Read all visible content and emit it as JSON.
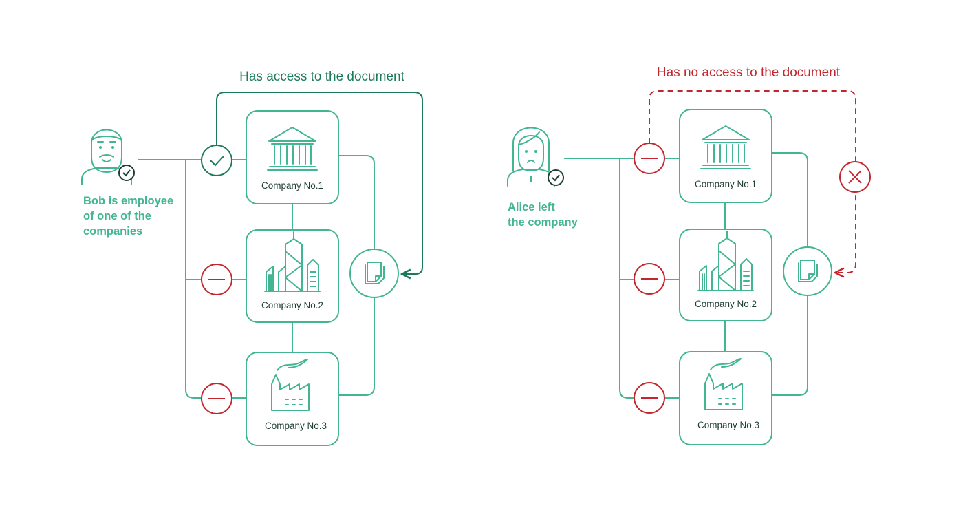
{
  "colors": {
    "teal": "#42b593",
    "access_green": "#1a7a5a",
    "denied_red": "#c4262e",
    "label_text": "#1e3d35"
  },
  "left_panel": {
    "heading": "Has access to the document",
    "person_caption": [
      "Bob is employee",
      "of one of the",
      "companies"
    ],
    "companies": [
      {
        "label": "Company No.1",
        "icon": "bank-icon",
        "status": "check"
      },
      {
        "label": "Company No.2",
        "icon": "skyscrapers-icon",
        "status": "minus"
      },
      {
        "label": "Company No.3",
        "icon": "factory-icon",
        "status": "minus"
      }
    ],
    "document_icon": "document-icon",
    "access": "granted"
  },
  "right_panel": {
    "heading": "Has no access to the document",
    "person_caption": [
      "Alice left",
      "the company"
    ],
    "companies": [
      {
        "label": "Company No.1",
        "icon": "bank-icon",
        "status": "minus"
      },
      {
        "label": "Company No.2",
        "icon": "skyscrapers-icon",
        "status": "minus"
      },
      {
        "label": "Company No.3",
        "icon": "factory-icon",
        "status": "minus"
      }
    ],
    "document_icon": "document-icon",
    "access": "denied",
    "blocked_marker": "x-mark-icon"
  }
}
